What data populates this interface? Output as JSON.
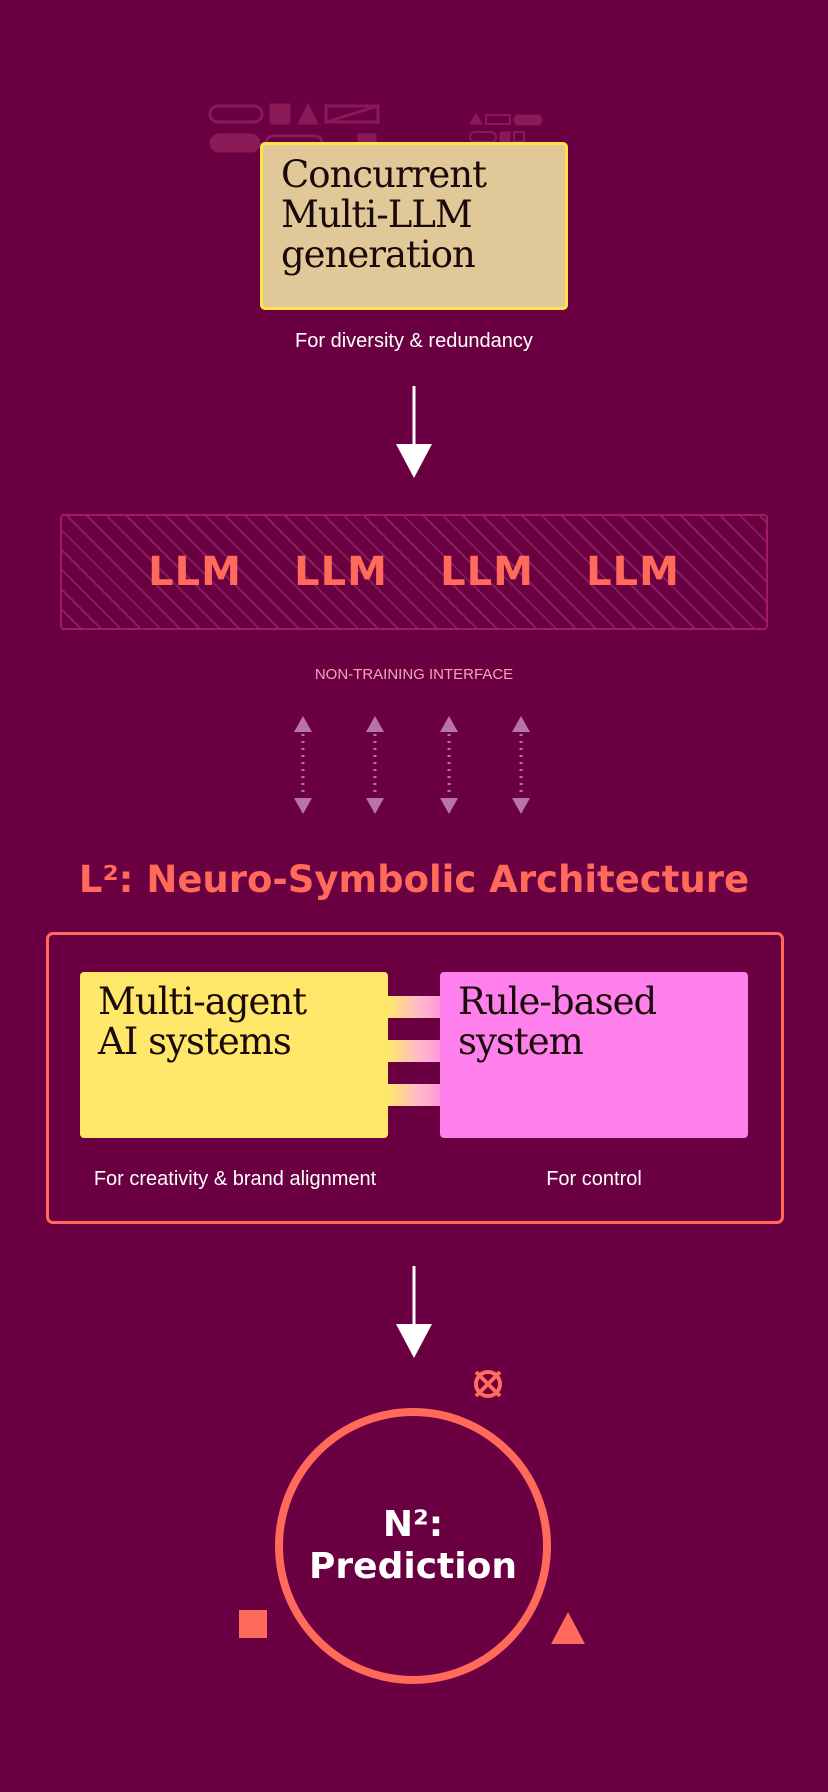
{
  "colors": {
    "background": "#6a0041",
    "accent": "#ff6a5a",
    "gen_box": "#e1c898",
    "agent_box": "#ffe76a",
    "rule_box": "#ff80ec"
  },
  "generation": {
    "title": "Concurrent\nMulti-LLM\ngeneration",
    "subtitle": "For diversity & redundancy"
  },
  "llms": [
    "LLM",
    "LLM",
    "LLM",
    "LLM"
  ],
  "interface_label": "NON-TRAINING INTERFACE",
  "architecture": {
    "title": "L²: Neuro-Symbolic Architecture",
    "agent": {
      "title": "Multi-agent\nAI systems",
      "subtitle": "For creativity & brand alignment"
    },
    "rule": {
      "title": "Rule-based\nsystem",
      "subtitle": "For control"
    }
  },
  "prediction": {
    "line1": "N²:",
    "line2": "Prediction"
  },
  "icons": [
    "down-arrow-icon",
    "double-arrow-icon",
    "cross-circle-icon",
    "square-icon",
    "triangle-icon"
  ]
}
